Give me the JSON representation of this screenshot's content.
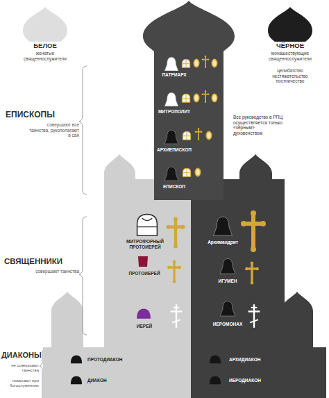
{
  "diagram": {
    "nodes": [
      {
        "text": [
          "БЕЛОЕ",
          "женатые священнослужители"
        ]
      },
      {
        "text": [
          "ЧЁРНОЕ",
          "монашествующие священнослужители",
          "целибатство нестяжательство постничество"
        ]
      },
      {
        "text": [
          "ПАТРИАРХ",
          "МИТРОПОЛИТ",
          "АРХИЕПИСКОП",
          "ЕПИСКОП"
        ]
      },
      {
        "text": [
          "МИТРОФОРНЫЙ ПРОТОИЕРЕЙ",
          "ПРОТОИЕРЕЙ",
          "ИЕРЕЙ"
        ]
      },
      {
        "text": [
          "Архимандрит",
          "ИГУМЕН",
          "ИЕРОМОНАХ"
        ]
      },
      {
        "text": [
          "ПРОТОДИАКОН",
          "ДИАКОН"
        ]
      },
      {
        "text": [
          "АРХИДИАКОН",
          "ИЕРОДИАКОН"
        ]
      }
    ],
    "labels": [
      "ЕПИСКОПЫ",
      "совершают все таинства, рукополагают в сан",
      "Все руководство в РПЦ осуществляется только «чёрным» духовенством",
      "СВЯЩЕННИКИ",
      "совершают таинства",
      "ДИАКОНЫ",
      "не совершают таинства",
      "помогают при богослужениях"
    ]
  }
}
